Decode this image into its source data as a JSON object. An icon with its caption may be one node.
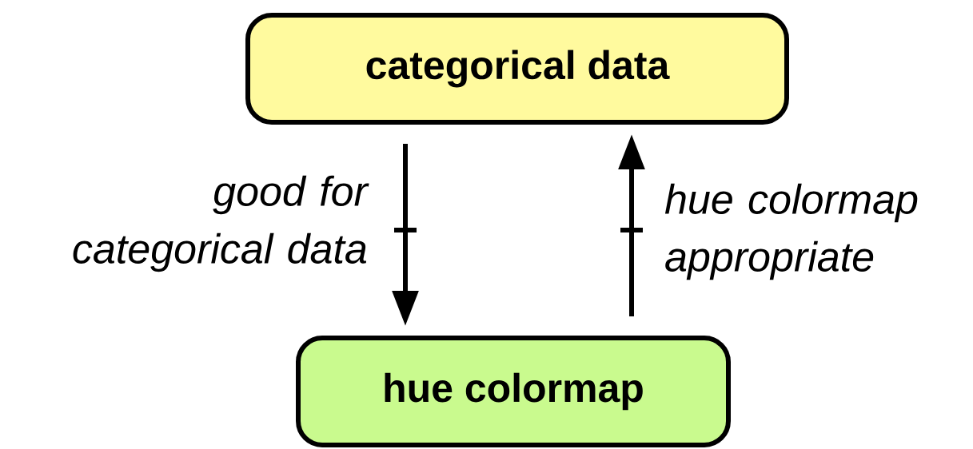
{
  "diagram": {
    "nodes": [
      {
        "text": [
          "categorical data"
        ]
      },
      {
        "text": [
          "hue colormap"
        ]
      }
    ],
    "edges": [
      {
        "from": 0,
        "to": 1,
        "arrow": "to",
        "label": "good for categorical data"
      },
      {
        "from": 1,
        "to": 0,
        "arrow": "to",
        "label": "hue colormap appropriate"
      }
    ]
  }
}
